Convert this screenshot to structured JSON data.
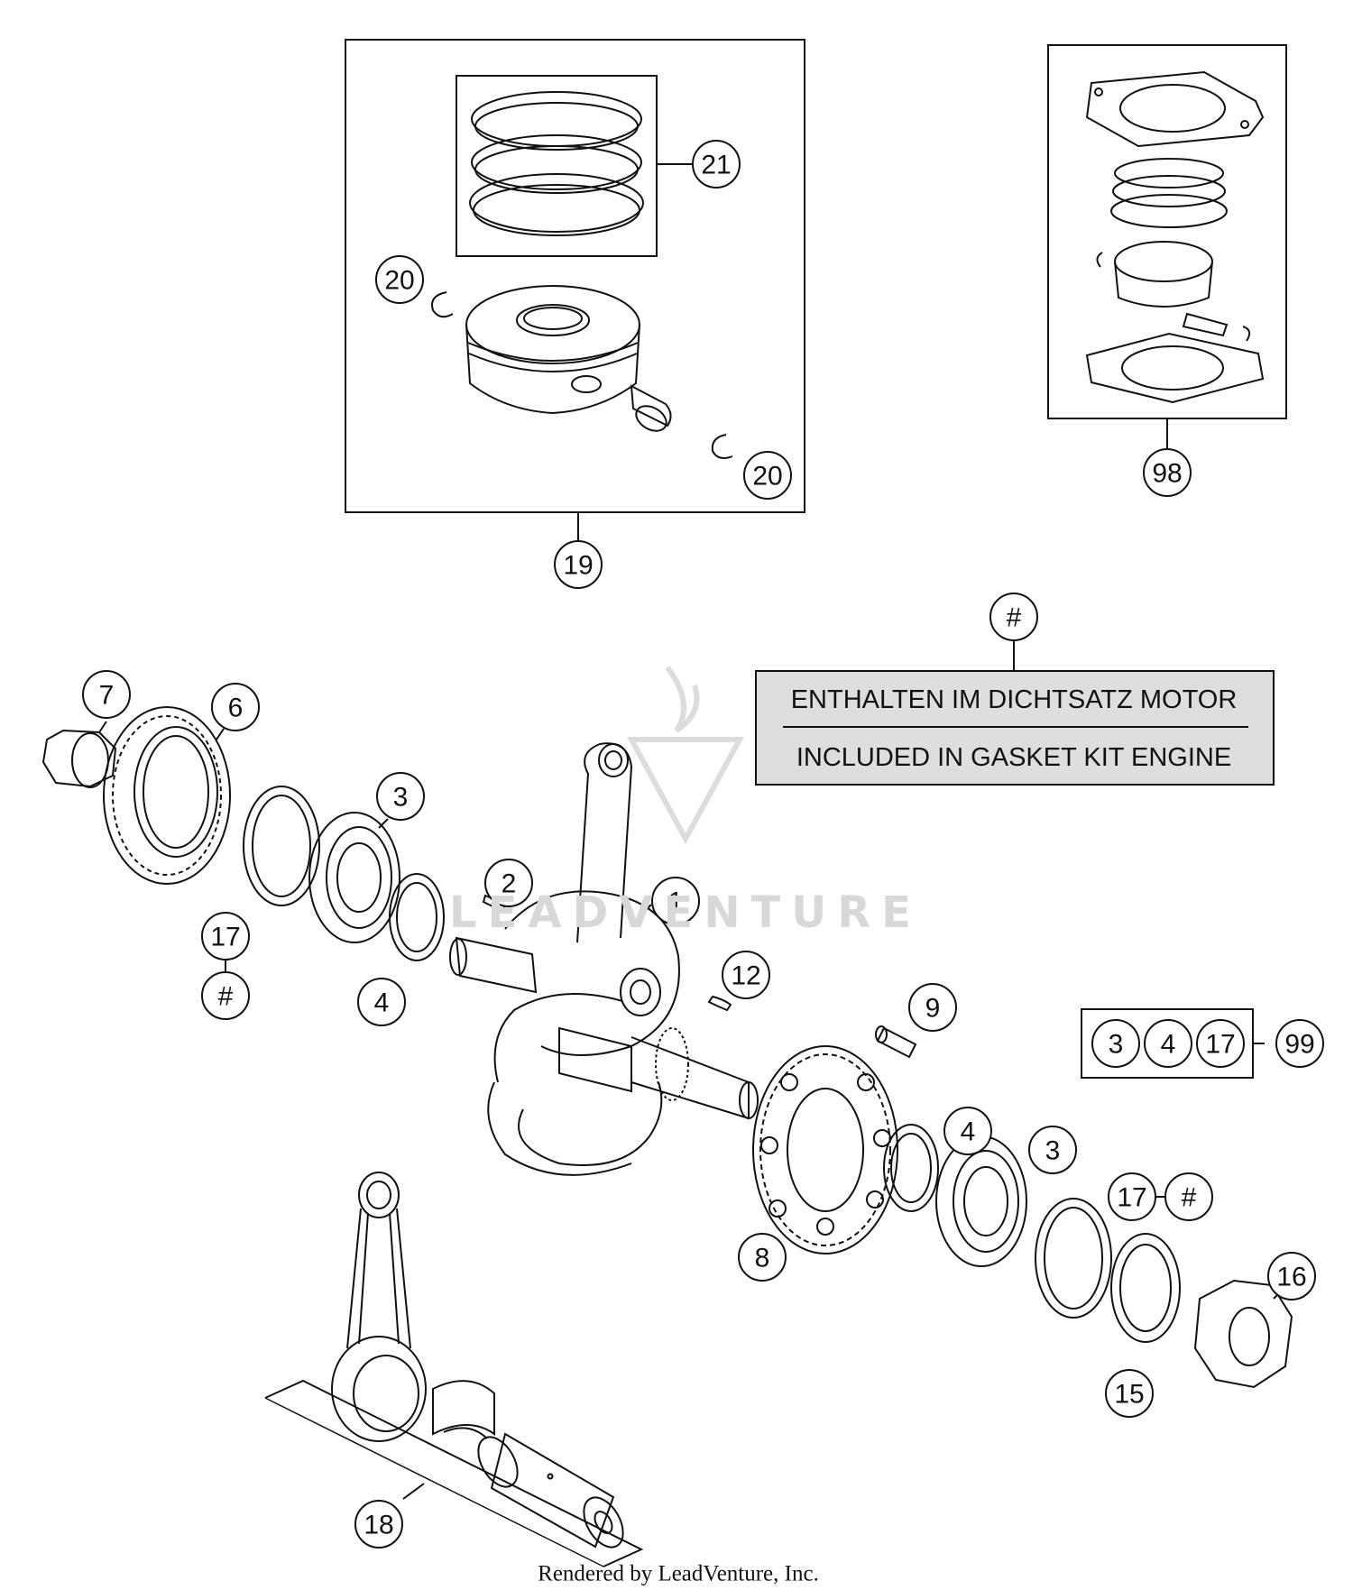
{
  "diagram": {
    "labels": {
      "l19": "19",
      "l20a": "20",
      "l20b": "20",
      "l21": "21",
      "l98": "98",
      "lhash_note": "#",
      "l7": "7",
      "l6": "6",
      "l3a": "3",
      "l2": "2",
      "l1": "1",
      "l17a": "17",
      "lhash_a": "#",
      "l4a": "4",
      "l12": "12",
      "l9": "9",
      "l4b": "4",
      "l3b": "3",
      "l17b": "17",
      "lhash_b": "#",
      "l8": "8",
      "l16": "16",
      "l15": "15",
      "l18": "18",
      "kit3": "3",
      "kit4": "4",
      "kit17": "17",
      "l99": "99"
    },
    "note": {
      "line1": "ENTHALTEN IM DICHTSATZ MOTOR",
      "line2": "INCLUDED IN GASKET KIT ENGINE",
      "fill": "#dedede"
    },
    "watermark": "LEADVENTURE",
    "footer": "Rendered by LeadVenture, Inc."
  }
}
